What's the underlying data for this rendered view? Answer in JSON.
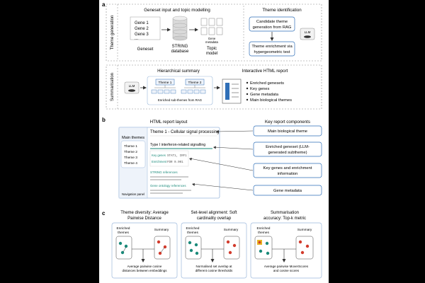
{
  "panel_a": {
    "letter": "a",
    "section_theme_generation": "Theme generation",
    "geneset_title": "Geneset input and topic modelling",
    "genes": [
      "Gene 1",
      "Gene 2",
      "Gene 3",
      "..."
    ],
    "geneset_label": "Geneset",
    "string_label_1": "STRING",
    "string_label_2": "database",
    "gene_metadata_label_1": "Gene",
    "gene_metadata_label_2": "metadata",
    "topic_model_label_1": "Topic",
    "topic_model_label_2": "model",
    "theme_identification_title": "Theme identification",
    "candidate_box_1": "Candidate theme",
    "candidate_box_2": "generation from RAG",
    "enrichment_box_1": "Theme enrichment via",
    "enrichment_box_2": "hypergeometric test",
    "llm_label": "LLM",
    "section_summarisation": "Summarisation",
    "hierarchical_title": "Hierarchical summary",
    "theme1": "Theme 1",
    "theme2": "Theme 2",
    "enriched_subthemes": "Enriched sub-themes from RAG",
    "interactive_title": "Interactive HTML report",
    "report_items": [
      "Enriched genesets",
      "Key genes",
      "Gene metadata",
      "Main biological themes"
    ]
  },
  "panel_b": {
    "letter": "b",
    "layout_title": "HTML report layout",
    "components_title": "Key report components",
    "main_themes": "Main themes",
    "themes": [
      "Theme 1",
      "Theme 2",
      "Theme 3",
      "Theme 4"
    ],
    "navigation_panel": "Navigation panel",
    "report_heading": "Theme 1 - Cellular signal processing",
    "subtheme": "Type I interferon-related signalling",
    "key_genes_label": "Key genes",
    "key_genes_value": "STAT1, IRF1",
    "enrichment_label": "Enrichment",
    "enrichment_value": "FDR 0.001",
    "string_refs": "STRING references",
    "go_refs": "Gene ontology references",
    "components": [
      "Main biological theme",
      "Enriched geneset (LLM-",
      "generated subtheme)",
      "Key genes and enrichment",
      "information",
      "Gene metadata"
    ]
  },
  "panel_c": {
    "letter": "c",
    "metric1_title_1": "Theme diversity: Average",
    "metric1_title_2": "Pairwise Distance",
    "metric2_title_1": "Set-level alignment: Soft",
    "metric2_title_2": "cardinality overlap",
    "metric3_title_1": "Summarisation",
    "metric3_title_2": "accuracy: Top-k metric",
    "enriched_1": "Enriched",
    "enriched_2": "themes",
    "summary": "Summary",
    "desc1_1": "Average pairwise cosine",
    "desc1_2": "distances between embeddings",
    "desc2_1": "Normalised set overlap at",
    "desc2_2": "different cosine thresholds",
    "desc3_1": "Average pairwise MoverScores",
    "desc3_2": "and cosine scores"
  },
  "colors": {
    "accent_blue": "#2f6fb7",
    "teal": "#1a8a7a",
    "red": "#d23b2c",
    "yellow": "#e8b422",
    "border_blue": "#9bb8dc",
    "box_fill": "#eef3fa"
  }
}
